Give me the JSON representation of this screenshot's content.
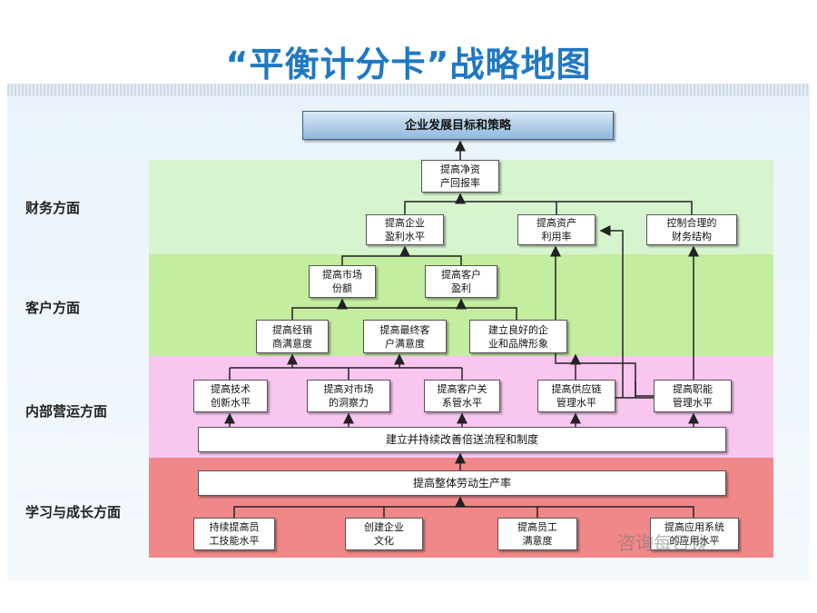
{
  "title": "“平衡计分卡”战略地图",
  "perspectives": {
    "financial": "财务方面",
    "customer": "客户方面",
    "internal": "内部营运方面",
    "learning": "学习与成长方面"
  },
  "goal": "企业发展目标和策略",
  "financial": {
    "roe": "提高净资\n产回报率",
    "profit": "提高企业\n盈利水平",
    "asset_use": "提高资产\n利用率",
    "structure": "控制合理的\n财务结构"
  },
  "customer": {
    "market_share": "提高市场\n份额",
    "cust_profit": "提高客户\n盈利",
    "dealer_sat": "提高经销\n商满意度",
    "end_sat": "提高最终客\n户满意度",
    "brand": "建立良好的企\n业和品牌形象"
  },
  "internal": {
    "tech": "提高技术\n创新水平",
    "market_insight": "提高对市场\n的洞察力",
    "crm": "提高客户关\n系管水平",
    "supply": "提高供应链\n管理水平",
    "function": "提高职能\n管理水平",
    "process": "建立并持续改善倍送流程和制度"
  },
  "learning": {
    "productivity": "提高整体劳动生产率",
    "skills": "持续提高员\n工技能水平",
    "culture": "创建企业\n文化",
    "emp_sat": "提高员工\n满意度",
    "systems": "提高应用系统\n的应用水平"
  },
  "watermark": "咨询每日谈",
  "colors": {
    "title": "#1f78c4",
    "financial_band": "#d6f5cf",
    "customer_band": "#c3ed9f",
    "internal_band": "#f9c6f0",
    "learning_band": "#f0888a",
    "goal_box": "#8fb8dc"
  }
}
